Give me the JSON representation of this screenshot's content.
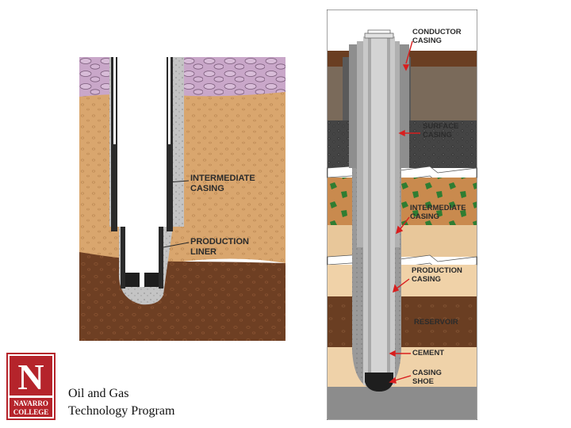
{
  "left_figure": {
    "labels": {
      "intermediate_casing": "INTERMEDIATE\nCASING",
      "production_liner": "PRODUCTION\nLINER"
    }
  },
  "right_figure": {
    "labels": {
      "conductor_casing": "CONDUCTOR\nCASING",
      "surface_casing": "SURFACE\nCASING",
      "intermediate_casing": "INTERMEDIATE\nCASING",
      "production_casing": "PRODUCTION\nCASING",
      "reservoir": "RESERVOIR",
      "cement": "CEMENT",
      "casing_shoe": "CASING\nSHOE"
    }
  },
  "logo": {
    "letter": "N",
    "line1": "NAVARRO",
    "line2": "COLLEGE",
    "color": "#b5242b"
  },
  "footer": {
    "line1": "Oil and Gas",
    "line2": "Technology Program"
  },
  "colors": {
    "limestone": "#c9a7c9",
    "sand": "#d9a66e",
    "shale_dark": "#6b3d22",
    "cement": "#b8b8b8",
    "steel": "#a8a8a8",
    "arrow": "#d81e1e"
  }
}
